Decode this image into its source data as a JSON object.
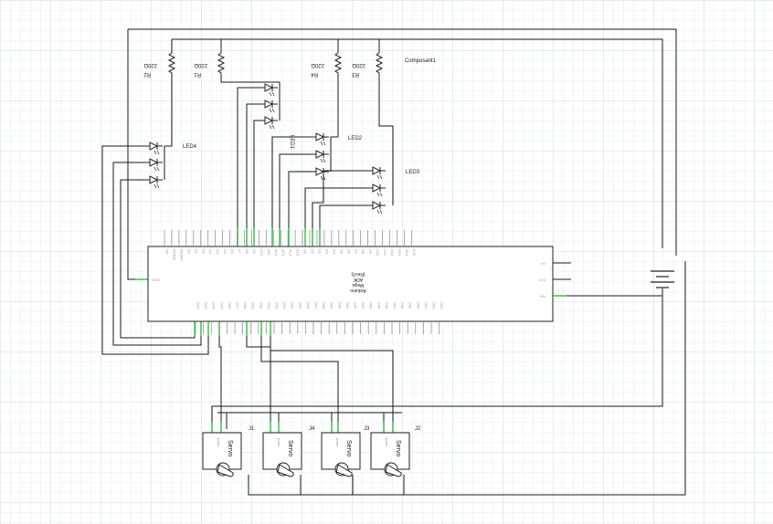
{
  "components": {
    "resistors": [
      {
        "ref": "R2",
        "value": "220Ω"
      },
      {
        "ref": "R1",
        "value": "220Ω"
      },
      {
        "ref": "R4",
        "value": "220Ω"
      },
      {
        "ref": "R3",
        "value": "220Ω"
      }
    ],
    "composant_label": "Composant1",
    "leds": [
      {
        "ref": "LED4"
      },
      {
        "ref": "LED1"
      },
      {
        "ref": "LED2"
      },
      {
        "ref": "LED3"
      }
    ],
    "arduino": {
      "title_lines": [
        "Arduino",
        "Mega",
        "ADK",
        "(Rev3)"
      ],
      "left_pin": "GND",
      "right_pins": [
        "5V",
        "3V3",
        "VIN"
      ],
      "top_pins": [
        "NC",
        "IOREF",
        "RESET",
        "A0",
        "A1",
        "A2",
        "A3",
        "A4",
        "A5",
        "A6",
        "A7",
        "A8",
        "A9",
        "A10",
        "A11",
        "A12",
        "A13",
        "A14",
        "A15",
        "D0",
        "D1",
        "D2",
        "D3",
        "D4",
        "D5",
        "D6",
        "D7",
        "D8",
        "D9",
        "D10",
        "D11",
        "D12",
        "D13",
        "D14",
        "D15"
      ],
      "bottom_pins": [
        "D22",
        "D23",
        "D24",
        "D25",
        "D26",
        "D27",
        "D28",
        "D29",
        "D30",
        "D31",
        "D32",
        "D33",
        "D34",
        "D35",
        "D36",
        "D37",
        "D38",
        "D39",
        "D40",
        "D41",
        "D42",
        "D43",
        "D44",
        "D45",
        "D46",
        "D47",
        "D48",
        "D49",
        "D50",
        "D51",
        "D52",
        "D53"
      ]
    },
    "servos": [
      {
        "ref": "J1",
        "title": "Servo",
        "pin": "pulse"
      },
      {
        "ref": "J4",
        "title": "Servo",
        "pin": "pulse"
      },
      {
        "ref": "J3",
        "title": "Servo",
        "pin": "pulse"
      },
      {
        "ref": "J2",
        "title": "Servo",
        "pin": "pulse"
      }
    ]
  }
}
